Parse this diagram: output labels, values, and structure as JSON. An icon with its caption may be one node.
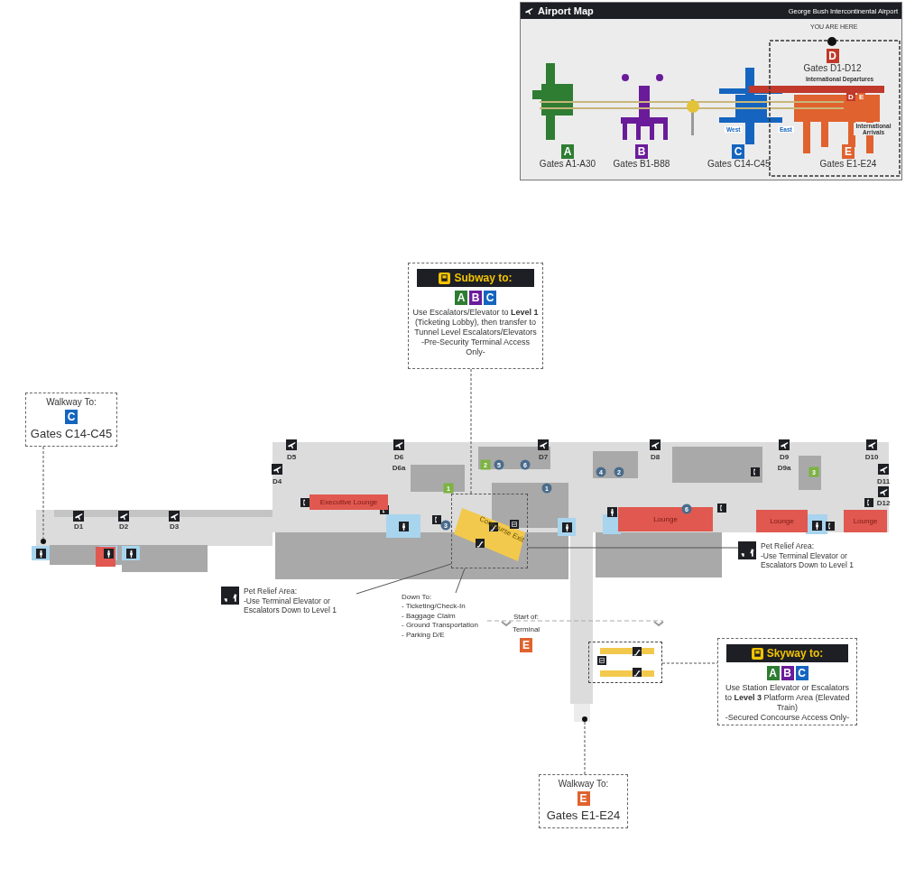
{
  "diagram": {
    "nodes": [
      {
        "text": [
          "Airport Map",
          "George Bush Intercontinental Airport"
        ]
      },
      {
        "text": [
          "A",
          "Gates A1-A30"
        ],
        "in": 0
      },
      {
        "text": [
          "B",
          "Gates B1-B88"
        ],
        "in": 0
      },
      {
        "text": [
          "C",
          "Gates C14-C45"
        ],
        "in": 0
      },
      {
        "text": [
          "D",
          "Gates D1-D12"
        ],
        "in": 0
      },
      {
        "text": [
          "E",
          "Gates E1-E24"
        ],
        "in": 0
      },
      {
        "text": [
          "Subway to:",
          "A",
          "B",
          "C",
          "Use Escalators/Elevator to **Level 1** (Ticketing Lobby), then transfer to Tunnel Level Escalators/Elevators",
          "-Pre-Security Terminal Access Only-"
        ]
      },
      {
        "text": [
          "Walkway To:",
          "C",
          "Gates C14-C45"
        ]
      },
      {
        "text": [
          "Executive Lounge"
        ]
      },
      {
        "text": [
          "Lounge"
        ]
      },
      {
        "text": [
          "Lounge"
        ]
      },
      {
        "text": [
          "Lounge"
        ]
      },
      {
        "text": [
          "Concourse Exit"
        ]
      },
      {
        "text": [
          "Pet Relief Area:",
          "-Use Terminal Elevator or Escalators Down to Level 1"
        ]
      },
      {
        "text": [
          "Down To:",
          "- Ticketing/Check-In",
          "- Baggage Claim",
          "- Ground Transportation",
          "- Parking D/E"
        ]
      },
      {
        "text": [
          "Pet Relief Area:",
          "-Use Terminal Elevator or Escalators Down to Level 1"
        ]
      },
      {
        "text": [],
        "shape": "box"
      },
      {
        "text": [
          "Skyway to:",
          "A",
          "B",
          "C",
          "Use Station Elevator or Escalators to **Level 3** Platform Area (Elevated Train)",
          "-Secured Concourse Access Only-"
        ]
      },
      {
        "text": [
          "Walkway To:",
          "E",
          "Gates E1-E24"
        ]
      },
      {
        "text": [],
        "shape": "circle"
      },
      {
        "text": [],
        "shape": "circle"
      },
      {
        "text": [
          "Start of:",
          "Terminal",
          "E"
        ]
      }
    ],
    "edges": [
      {
        "from": 6,
        "to": 12,
        "arrow": "none",
        "style": "dashed"
      },
      {
        "from": 7,
        "to": 19,
        "arrow": "none",
        "style": "dashed"
      },
      {
        "from": 13,
        "to": 12,
        "arrow": "none"
      },
      {
        "from": 14,
        "to": 12,
        "arrow": "none"
      },
      {
        "from": 15,
        "to": 12,
        "arrow": "none"
      },
      {
        "from": 16,
        "to": 17,
        "arrow": "none",
        "style": "dashed"
      },
      {
        "from": 18,
        "to": 20,
        "arrow": "none",
        "style": "dashed"
      }
    ],
    "labels": [
      "YOU ARE HERE",
      "International Departures",
      "D",
      "E",
      "West",
      "East",
      "International Arrivals",
      "D5",
      "D6",
      "D7",
      "D8",
      "D9",
      "D10",
      "D6a",
      "D9a",
      "D4",
      "D11",
      "D12",
      "D1",
      "D2",
      "D3",
      "2",
      "5",
      "6",
      "4",
      "2",
      "3",
      "1",
      "1",
      "6",
      "3"
    ]
  }
}
